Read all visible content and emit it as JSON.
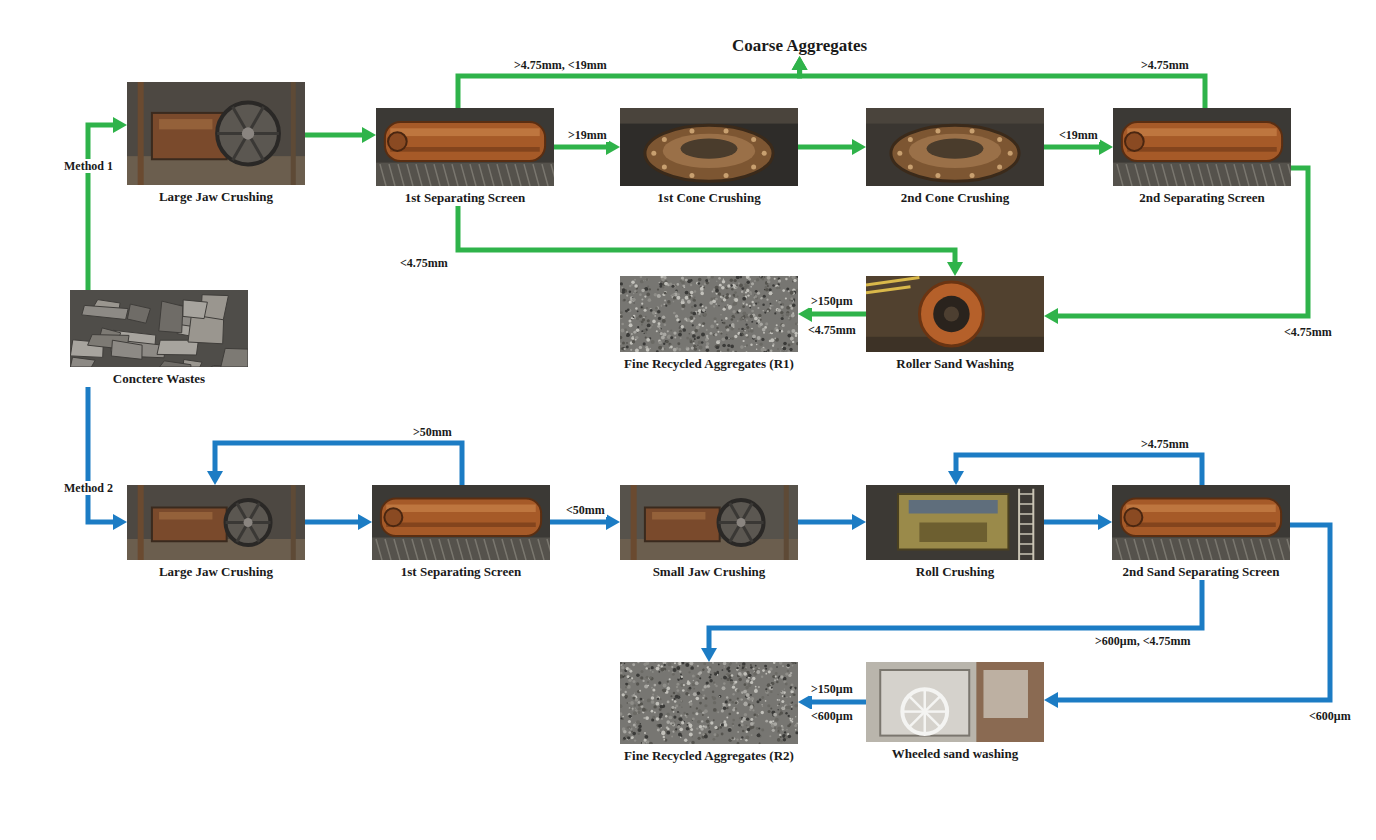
{
  "diagram": {
    "nodes": [
      {
        "text": [
          "Coarse Aggregates"
        ]
      },
      {
        "text": [
          "Large Jaw Crushing"
        ]
      },
      {
        "text": [
          "1st Separating Screen"
        ]
      },
      {
        "text": [
          "1st Cone Crushing"
        ]
      },
      {
        "text": [
          "2nd Cone Crushing"
        ]
      },
      {
        "text": [
          "2nd Separating Screen"
        ]
      },
      {
        "text": [
          "Conctere Wastes"
        ]
      },
      {
        "text": [
          "Fine Recycled Aggregates (R1)"
        ]
      },
      {
        "text": [
          "Roller Sand Washing"
        ]
      },
      {
        "text": [
          "Large Jaw Crushing"
        ]
      },
      {
        "text": [
          "1st Separating Screen"
        ]
      },
      {
        "text": [
          "Small Jaw Crushing"
        ]
      },
      {
        "text": [
          "Roll Crushing"
        ]
      },
      {
        "text": [
          "2nd Sand Separating Screen"
        ]
      },
      {
        "text": [
          "Fine Recycled Aggregates (R2)"
        ]
      },
      {
        "text": [
          "Wheeled sand washing"
        ]
      }
    ],
    "edges": [
      {
        "from": 6,
        "to": 1,
        "label": "Method 1",
        "arrow": "to"
      },
      {
        "from": 1,
        "to": 2,
        "arrow": "to"
      },
      {
        "from": 2,
        "to": 3,
        "label": ">19mm",
        "arrow": "to"
      },
      {
        "from": 3,
        "to": 4,
        "arrow": "to"
      },
      {
        "from": 4,
        "to": 5,
        "label": "<19mm",
        "arrow": "to"
      },
      {
        "from": 2,
        "to": 0,
        "label": ">4.75mm, <19mm",
        "arrow": "to"
      },
      {
        "from": 5,
        "to": 0,
        "label": ">4.75mm",
        "arrow": "to"
      },
      {
        "from": 2,
        "to": 8,
        "label": "<4.75mm",
        "arrow": "to"
      },
      {
        "from": 5,
        "to": 8,
        "label": "<4.75mm",
        "arrow": "to"
      },
      {
        "from": 8,
        "to": 7,
        "label": ">150μm",
        "arrow": "to"
      },
      {
        "from": 6,
        "to": 9,
        "label": "Method 2",
        "arrow": "to"
      },
      {
        "from": 9,
        "to": 10,
        "arrow": "to"
      },
      {
        "from": 10,
        "to": 9,
        "label": ">50mm",
        "arrow": "to"
      },
      {
        "from": 10,
        "to": 11,
        "label": "<50mm",
        "arrow": "to"
      },
      {
        "from": 11,
        "to": 12,
        "arrow": "to"
      },
      {
        "from": 12,
        "to": 13,
        "arrow": "to"
      },
      {
        "from": 13,
        "to": 12,
        "label": ">4.75mm",
        "arrow": "to"
      },
      {
        "from": 13,
        "to": 14,
        "label": ">600μm, <4.75mm",
        "arrow": "to"
      },
      {
        "from": 13,
        "to": 15,
        "label": "<600μm",
        "arrow": "to"
      },
      {
        "from": 15,
        "to": 14,
        "label": ">150μm",
        "arrow": "to"
      }
    ],
    "labels": [
      "<4.75mm",
      "<600μm"
    ]
  }
}
